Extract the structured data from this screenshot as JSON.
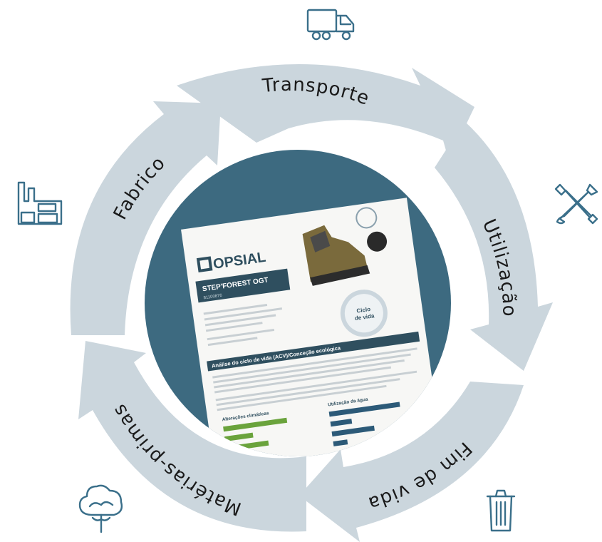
{
  "diagram": {
    "stages": [
      {
        "id": "transporte",
        "label": "Transporte",
        "icon": "truck-icon"
      },
      {
        "id": "utilizacao",
        "label": "Utilização",
        "icon": "tools-icon"
      },
      {
        "id": "fim-de-vida",
        "label": "Fim de vida",
        "icon": "trash-bin-icon"
      },
      {
        "id": "materias-primas",
        "label": "Matérias-primas",
        "icon": "cotton-icon"
      },
      {
        "id": "fabrico",
        "label": "Fabrico",
        "icon": "factory-icon"
      }
    ]
  },
  "document": {
    "brand": "OPSIAL",
    "product_name": "STEP'FOREST OGT",
    "product_code": "81100876",
    "section_title": "Análise do ciclo de vida (ACV)/Conceção ecológica",
    "cycle_badge": {
      "line1": "Ciclo",
      "line2": "de vida"
    },
    "chart_left_title": "Alterações climáticas",
    "chart_right_title": "Utilização da água"
  },
  "colors": {
    "ring": "#cbd6dd",
    "center": "#3d6a80",
    "icon": "#3a6f8a",
    "doc_header": "#2f4f5f",
    "doc_bar_green": "#6aa33c",
    "doc_bar_blue": "#2c5a78"
  }
}
